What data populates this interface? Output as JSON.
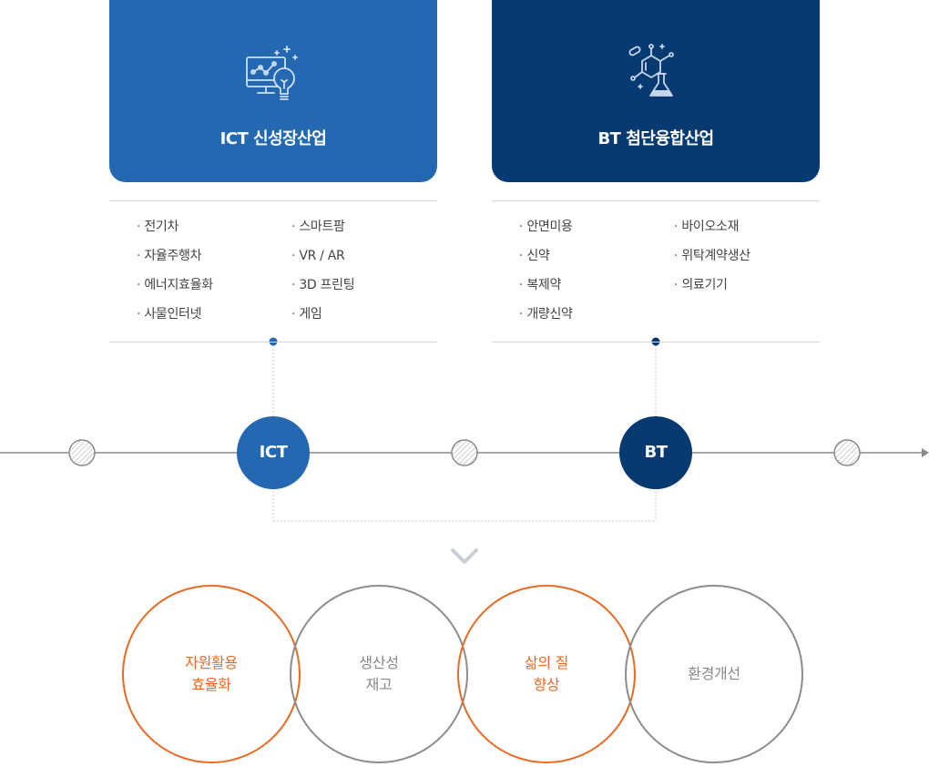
{
  "cards": [
    {
      "id": "ict",
      "title": "ICT 신성장산업",
      "icon": "monitor-lightbulb-icon",
      "color": "#2468b2"
    },
    {
      "id": "bt",
      "title": "BT 첨단융합산업",
      "icon": "molecule-flask-icon",
      "color": "#073a72"
    }
  ],
  "ict_list": {
    "left": [
      "전기차",
      "자율주행차",
      "에너지효율화",
      "사물인터넷"
    ],
    "right": [
      "스마트팜",
      "VR / AR",
      "3D 프린팅",
      "게임"
    ]
  },
  "bt_list": {
    "left": [
      "안면미용",
      "신약",
      "복제약",
      "개량신약"
    ],
    "right": [
      "바이오소재",
      "위탁계약생산",
      "의료기기"
    ]
  },
  "timeline": {
    "nodes": [
      "ICT",
      "BT"
    ]
  },
  "outcomes": [
    {
      "lines": [
        "자원활용",
        "효율화"
      ],
      "accent": "orange"
    },
    {
      "lines": [
        "생산성",
        "재고"
      ],
      "accent": "gray"
    },
    {
      "lines": [
        "삶의 질",
        "향상"
      ],
      "accent": "orange"
    },
    {
      "lines": [
        "환경개선"
      ],
      "accent": "gray"
    }
  ],
  "colors": {
    "ict_blue": "#2468b2",
    "bt_navy": "#073a72",
    "orange": "#ea6a22",
    "gray": "#8c8c8c"
  }
}
